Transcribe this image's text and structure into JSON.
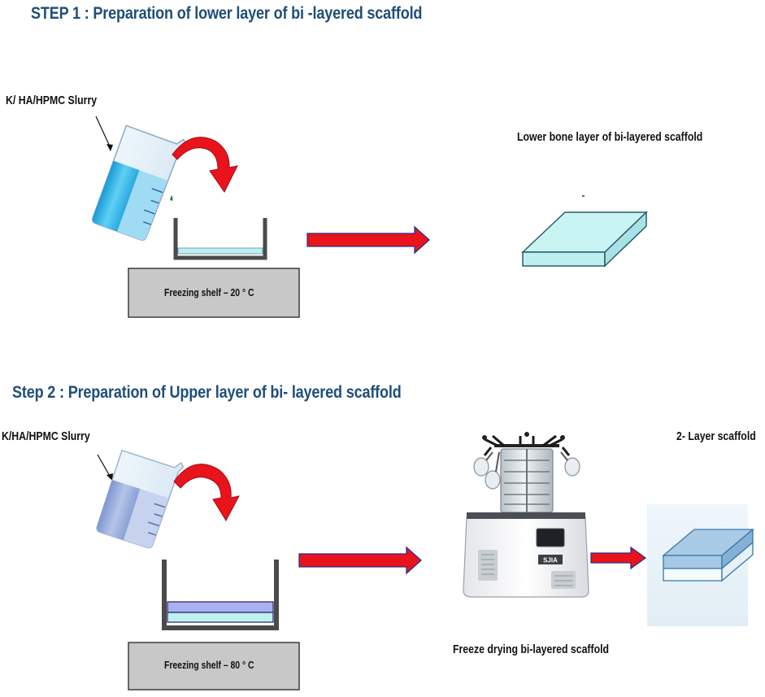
{
  "step1": {
    "title": "STEP 1 : Preparation of lower layer of bi -layered scaffold",
    "slurry_label": "K/ HA/HPMC Slurry",
    "shelf_label": "Freezing shelf – 20 ° C",
    "product_label": "Lower bone layer of bi-layered scaffold"
  },
  "step2": {
    "title": "Step 2 : Preparation of Upper layer of bi- layered scaffold",
    "slurry_label": "K/HA/HPMC Slurry",
    "shelf_label": "Freezing shelf – 80 ° C",
    "dryer_label": "Freeze drying bi-layered scaffold",
    "dryer_badge": "SJIA",
    "product_label": "2- Layer scaffold"
  },
  "colors": {
    "title_blue": "#1f4e79",
    "arrow_red": "#e8131b",
    "arrow_outline": "#2b2f8f",
    "shelf_gray": "#c8c8c8",
    "lower_layer": "#bff0f0",
    "upper_layer": "#a9b2ee",
    "beaker_fill_1": "#2fb3e6",
    "beaker_fill_2": "#8fa6d8"
  }
}
